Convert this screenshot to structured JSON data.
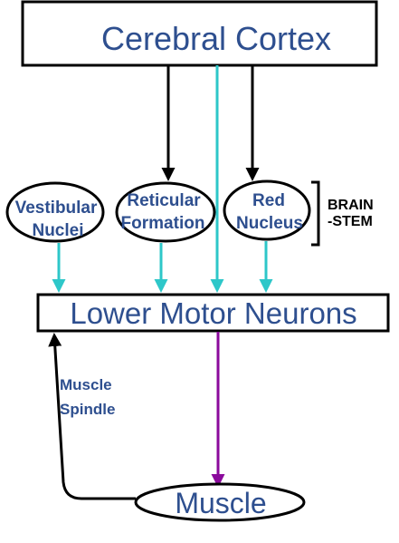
{
  "nodes": {
    "cortex": "Cerebral Cortex",
    "vestibular_line1": "Vestibular",
    "vestibular_line2": "Nuclei",
    "reticular_line1": "Reticular",
    "reticular_line2": "Formation",
    "red_line1": "Red",
    "red_line2": "Nucleus",
    "lmn": "Lower Motor Neurons",
    "muscle": "Muscle"
  },
  "annotations": {
    "brainstem_line1": "BRAIN",
    "brainstem_line2": "-STEM",
    "spindle_line1": "Muscle",
    "spindle_line2": "Spindle"
  },
  "colors": {
    "black_arrow": "#000000",
    "cyan_arrow": "#2ec7c9",
    "purple_arrow": "#8b0a9c",
    "label_blue": "#2e4f8f"
  }
}
